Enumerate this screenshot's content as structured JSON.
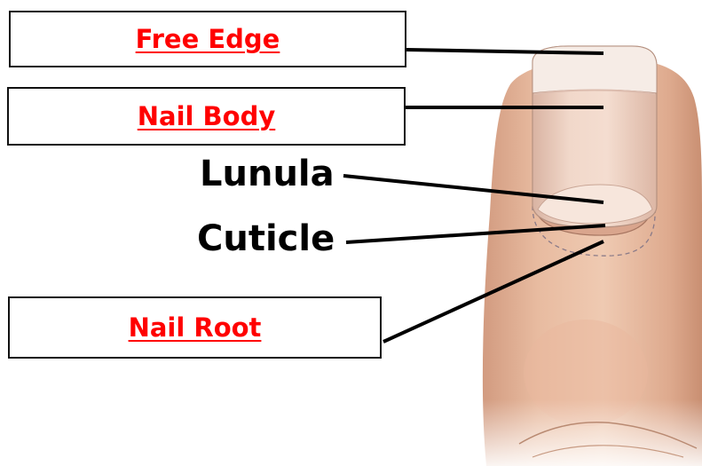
{
  "diagram": {
    "labels": {
      "free_edge": "Free Edge",
      "nail_body": "Nail Body",
      "lunula": "Lunula",
      "cuticle": "Cuticle",
      "nail_root": "Nail Root"
    },
    "colors": {
      "boxed_label_text": "#ff0000",
      "plain_label_text": "#000000",
      "leader_line": "#000000",
      "skin": "#e6b79a",
      "nail": "#efd3c4"
    }
  }
}
